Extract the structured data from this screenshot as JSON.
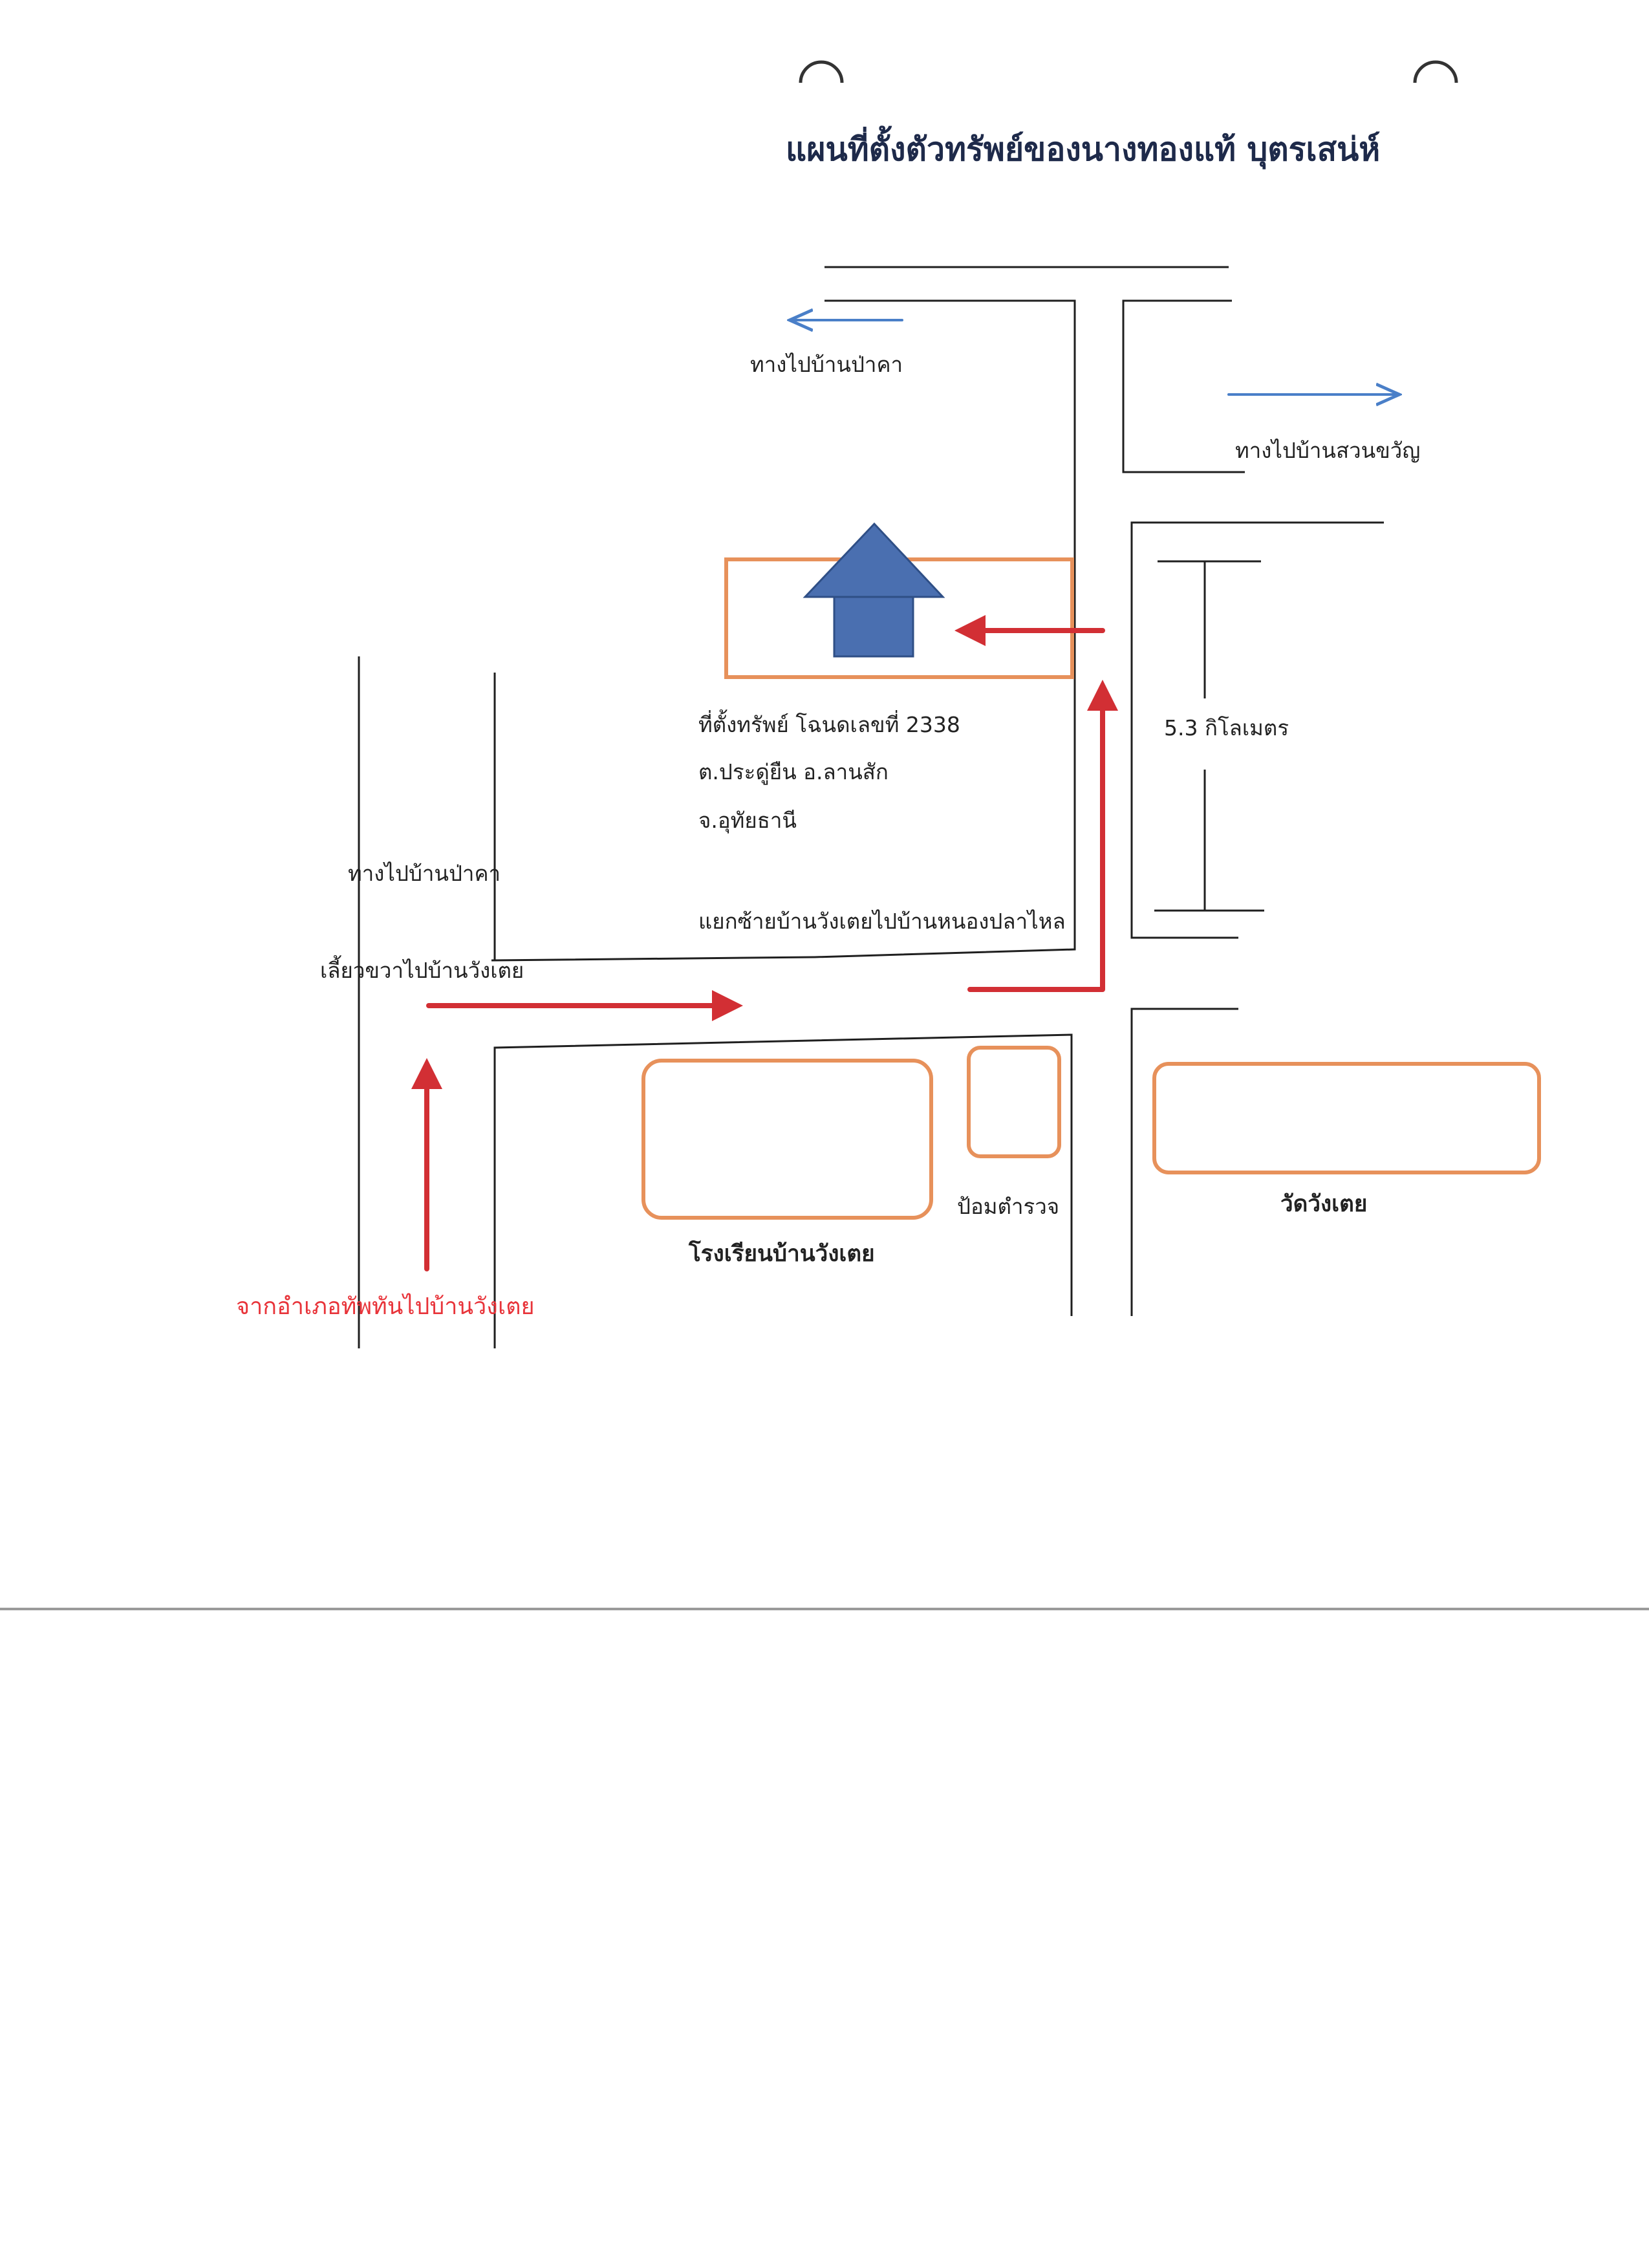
{
  "title": "แผนที่ตั้งตัวทรัพย์ของนางทองแท้  บุตรเสน่ห์",
  "labels": {
    "to_ban_pa_kha_top": "ทางไปบ้านป่าคา",
    "to_ban_suan_khwan": "ทางไปบ้านสวนขวัญ",
    "distance": "5.3  กิโลเมตร",
    "property_line1": "ที่ตั้งทรัพย์ โฉนดเลขที่  2338",
    "property_line2": "ต.ประดู่ยืน  อ.ลานสัก",
    "property_line3": "จ.อุทัยธานี",
    "to_ban_pa_kha_left": "ทางไปบ้านป่าคา",
    "turn_left_junction": "แยกซ้ายบ้านวังเตยไปบ้านหนองปลาไหล",
    "turn_right": "เลี้ยวขวาไปบ้านวังเตย",
    "school": "โรงเรียนบ้านวังเตย",
    "police_box": "ป้อมตำรวจ",
    "temple": "วัดวังเตย",
    "from_district": "จากอำเภอทัพทันไปบ้านวังเตย"
  },
  "colors": {
    "route_arrow": "#d22f34",
    "direction_arrow": "#4a7fc8",
    "building_outline": "#e7915b",
    "house_marker": "#4a6fb0",
    "red_text": "#e8343a",
    "title_text": "#1e2a4a"
  },
  "icons": {
    "house_marker": "house-marker-icon",
    "route": "red-arrow-icon",
    "direction": "blue-arrow-icon"
  }
}
